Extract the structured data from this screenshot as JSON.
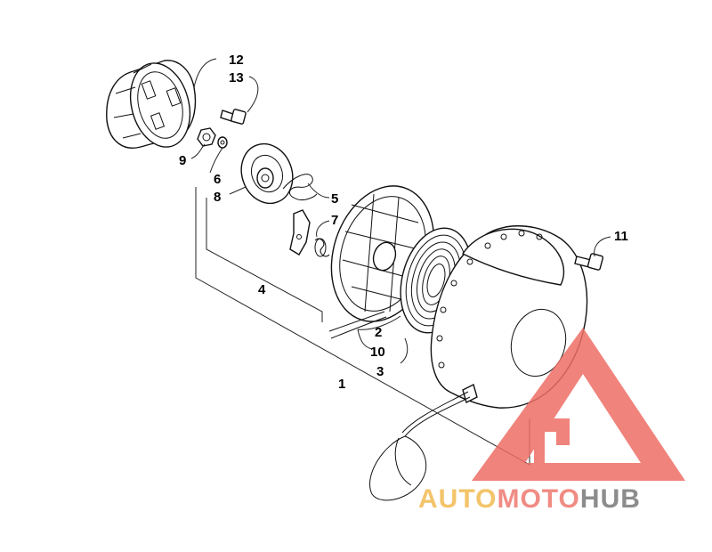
{
  "callouts": {
    "c1": "1",
    "c2": "2",
    "c3": "3",
    "c4": "4",
    "c5": "5",
    "c6": "6",
    "c7": "7",
    "c8": "8",
    "c9": "9",
    "c10": "10",
    "c11": "11",
    "c12": "12",
    "c13": "13"
  },
  "watermark": {
    "part1": "AUTO",
    "part2": "MOTO",
    "part3": "HUB",
    "color_auto": "#f3c46a",
    "color_moto": "#f08c84",
    "color_hub": "#8c8c8c",
    "logo_color": "#ee6e66"
  }
}
